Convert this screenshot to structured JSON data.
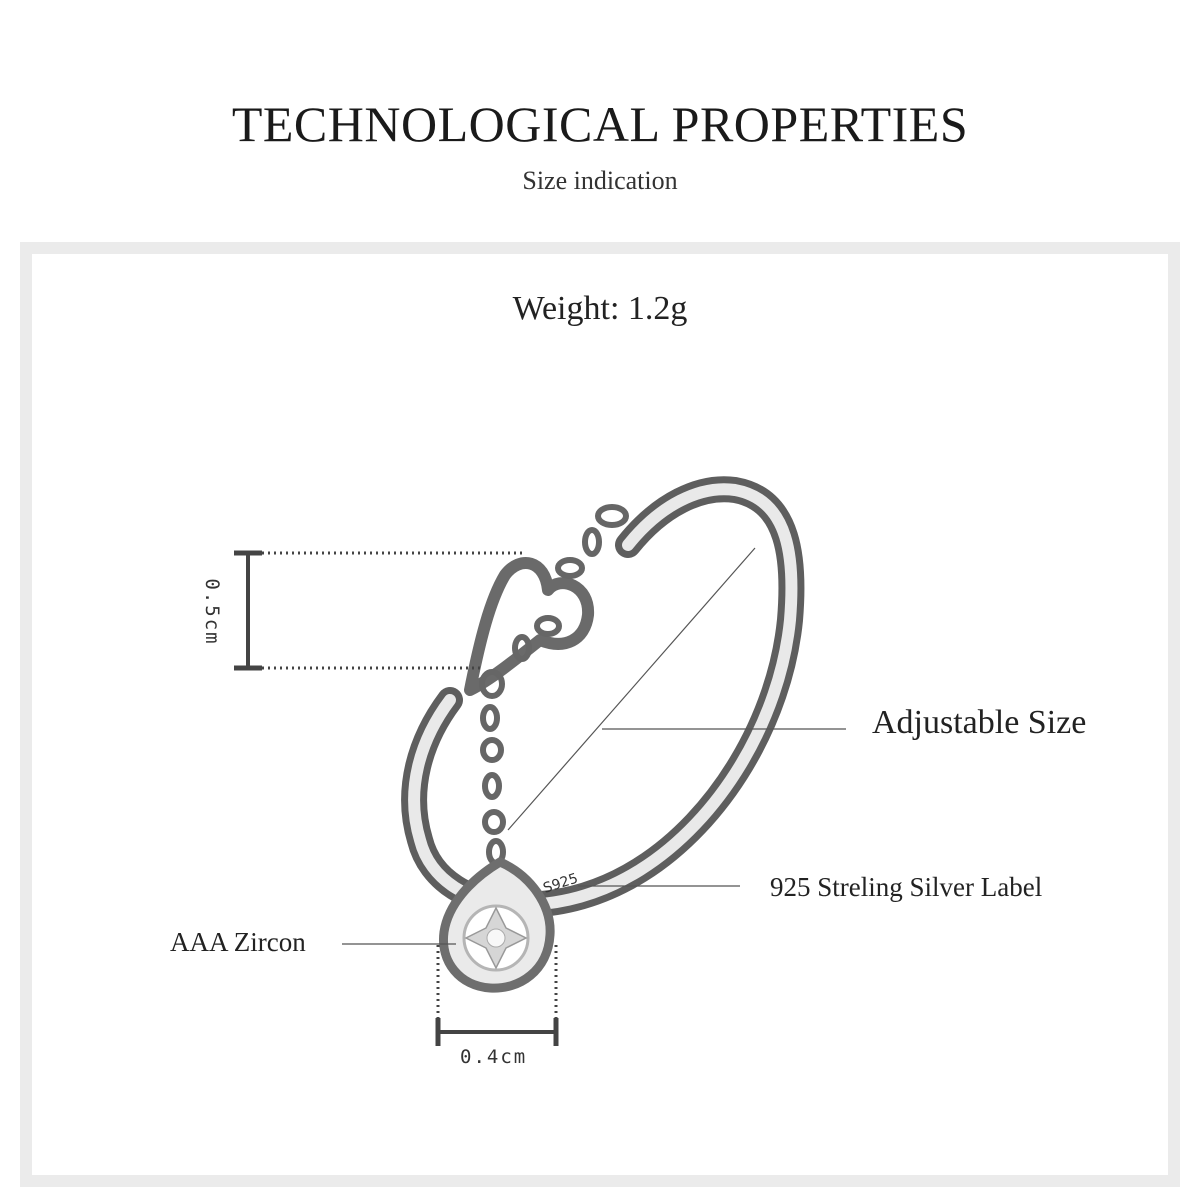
{
  "header": {
    "title": "TECHNOLOGICAL PROPERTIES",
    "subtitle": "Size indication"
  },
  "specs": {
    "weight": "Weight: 1.2g"
  },
  "callouts": {
    "adjustable": "Adjustable Size",
    "silver_label": "925 Streling Silver Label",
    "zircon": "AAA Zircon"
  },
  "dimensions": {
    "height": "0.5cm",
    "width": "0.4cm"
  },
  "engraving": "S925",
  "colors": {
    "frame": "#ebebeb",
    "metal": "#9a9a9a",
    "text": "#222222"
  }
}
